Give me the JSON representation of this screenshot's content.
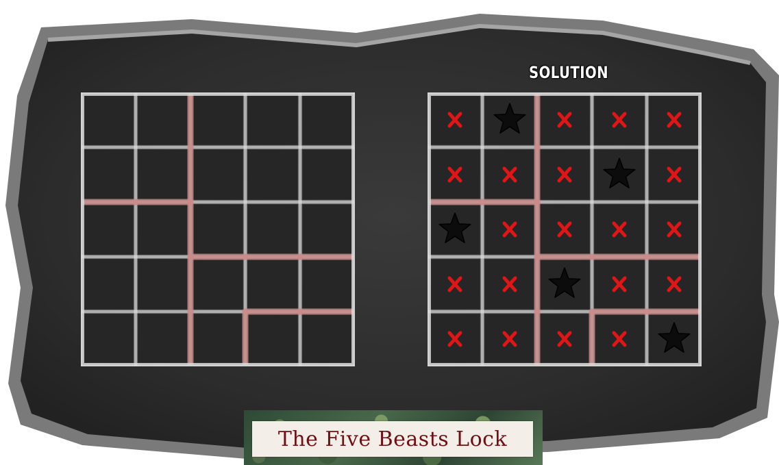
{
  "puzzle": {
    "title": "The Five Beasts Lock",
    "solution_label": "SOLUTION",
    "grid_size": 5,
    "regions": [
      [
        0,
        0,
        1,
        1,
        1
      ],
      [
        0,
        0,
        1,
        1,
        1
      ],
      [
        2,
        2,
        1,
        1,
        1
      ],
      [
        2,
        2,
        3,
        3,
        3
      ],
      [
        2,
        2,
        3,
        4,
        4
      ]
    ],
    "solution": [
      [
        "x",
        "star",
        "x",
        "x",
        "x"
      ],
      [
        "x",
        "x",
        "x",
        "star",
        "x"
      ],
      [
        "star",
        "x",
        "x",
        "x",
        "x"
      ],
      [
        "x",
        "x",
        "star",
        "x",
        "x"
      ],
      [
        "x",
        "x",
        "x",
        "x",
        "star"
      ]
    ]
  },
  "colors": {
    "slab": "#2f2f2f",
    "slab_edge": "#8a8a8a",
    "chalk": "#d9d9d9",
    "region_border": "#c98a8a",
    "x_mark": "#e01515",
    "star": "#0c0c0c",
    "title_text": "#6e1016"
  }
}
